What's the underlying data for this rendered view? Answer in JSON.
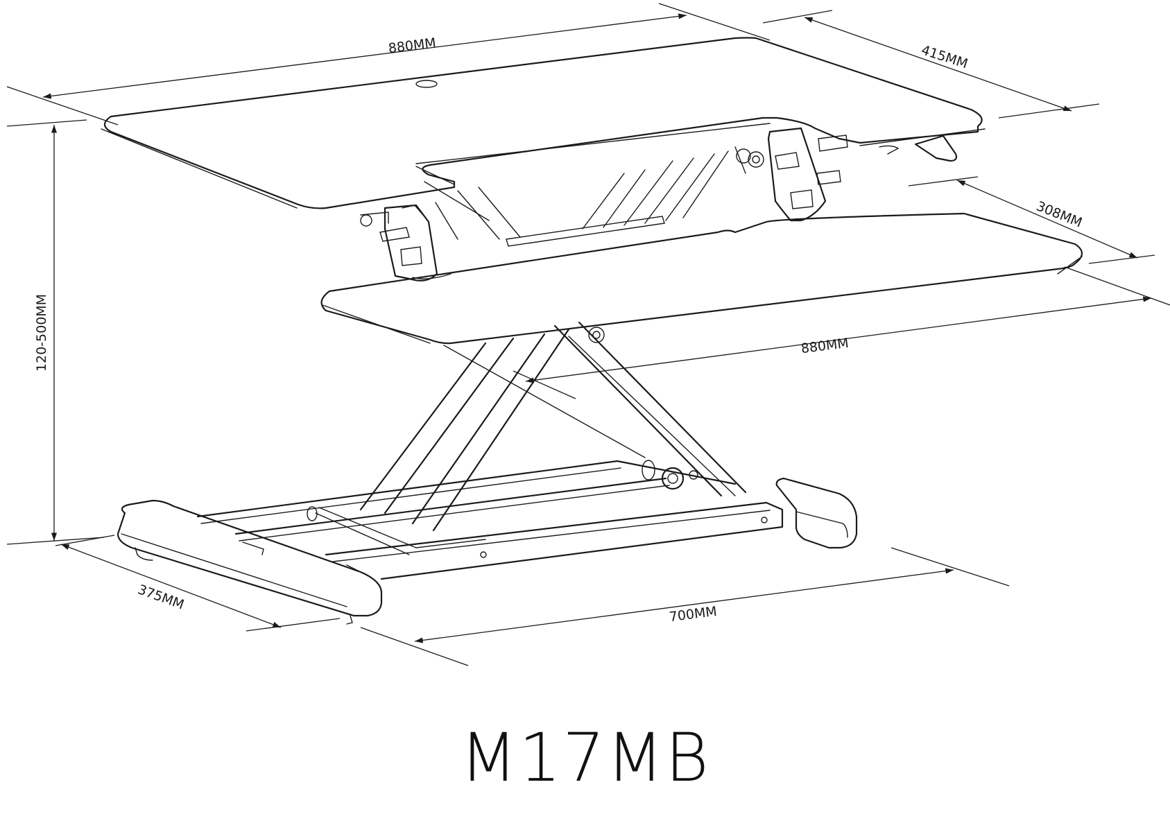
{
  "dimensions": {
    "top_width": "880MM",
    "top_depth": "415MM",
    "keyboard_depth": "308MM",
    "keyboard_width": "880MM",
    "height_range": "120-500MM",
    "base_depth": "375MM",
    "base_width": "700MM"
  },
  "model": "M17MB"
}
